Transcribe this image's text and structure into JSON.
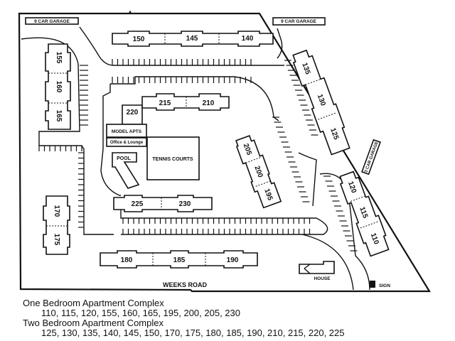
{
  "map": {
    "road_label": "WEEKS ROAD",
    "garages": {
      "nw": "9 CAR GARAGE",
      "ne": "9 CAR GARAGE",
      "east": "3 CAR GARAGE"
    },
    "amenities": {
      "model": "MODEL APTS",
      "office": "Office & Lounge",
      "pool": "POOL",
      "tennis": "TENNIS COURTS",
      "house": "HOUSE",
      "sign": "SIGN"
    },
    "buildings": {
      "b150": "150",
      "b145": "145",
      "b140": "140",
      "b155": "155",
      "b160": "160",
      "b165": "165",
      "b135": "135",
      "b130": "130",
      "b125": "125",
      "b220": "220",
      "b215": "215",
      "b210": "210",
      "b205": "205",
      "b200": "200",
      "b195": "195",
      "b120": "120",
      "b115": "115",
      "b110": "110",
      "b225": "225",
      "b230": "230",
      "b170": "170",
      "b175": "175",
      "b180": "180",
      "b185": "185",
      "b190": "190"
    }
  },
  "legend": {
    "one_bedroom": {
      "title": "One Bedroom Apartment Complex",
      "list": "110, 115, 120, 155, 160, 165, 195, 200, 205, 230"
    },
    "two_bedroom": {
      "title": "Two Bedroom Apartment Complex",
      "list": "125, 130, 135, 140, 145, 150, 170, 175, 180, 185, 190, 210, 215, 220, 225"
    }
  }
}
